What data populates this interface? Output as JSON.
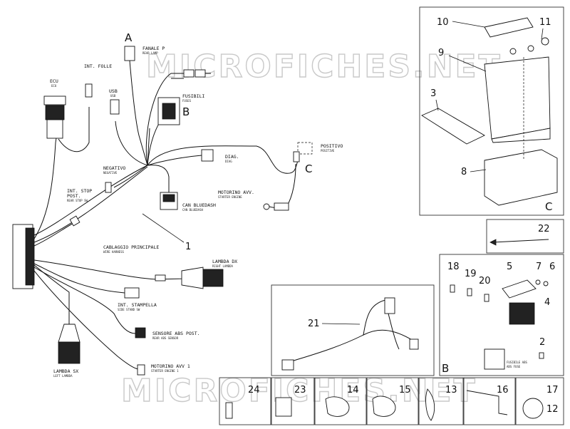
{
  "watermark": "MICROFICHES.NET",
  "harness": {
    "fanale": {
      "label": "FANALE P",
      "sub": "REAR LAMP"
    },
    "int_folle": {
      "label": "INT. FOLLE"
    },
    "ecu": {
      "label": "ECU",
      "sub": "ECU"
    },
    "usb": {
      "label": "USB",
      "sub": "USB"
    },
    "fusibili": {
      "label": "FUSIBILI",
      "sub": "FUSES"
    },
    "positivo": {
      "label": "POSITIVO",
      "sub": "POSITIVE"
    },
    "diag": {
      "label": "DIAG.",
      "sub": "DIAG"
    },
    "negativo": {
      "label": "NEGATIVO",
      "sub": "NEGATIVE"
    },
    "can_bluedash": {
      "label": "CAN BLUEDASH",
      "sub": "CAN BLUEDASH"
    },
    "int_stop": {
      "label1": "INT. STOP",
      "label2": "POST.",
      "sub": "REAR STOP SW"
    },
    "motorino_avv": {
      "label": "MOTORINO AVV.",
      "sub": "STARTER ENGINE"
    },
    "cablaggio": {
      "label": "CABLAGGIO PRINCIPALE",
      "sub": "WIRE HARNESS"
    },
    "lambda_dx": {
      "label": "LAMBDA DX",
      "sub": "RIGHT LAMBDA"
    },
    "int_stampella": {
      "label": "INT. STAMPELLA",
      "sub": "SIDE STAND SW"
    },
    "sensore_abs": {
      "label": "SENSORE ABS POST.",
      "sub": "REAR ABS SENSOR"
    },
    "motorino_avv_1": {
      "label": "MOTORINO AVV 1",
      "sub": "STARTER ENGINE 1"
    },
    "lambda_sx": {
      "label": "LAMBDA SX",
      "sub": "LEFT LAMBDA"
    },
    "fusibile_abs": {
      "label": "FUSIBILE ABS",
      "sub": "ABS FUSE"
    }
  },
  "letters": {
    "a": "A",
    "b": "B",
    "c": "C",
    "b_box": "B",
    "c_box": "C"
  },
  "parts": {
    "p1": "1",
    "p2": "2",
    "p3": "3",
    "p4": "4",
    "p5": "5",
    "p6": "6",
    "p7": "7",
    "p8": "8",
    "p9": "9",
    "p10": "10",
    "p11": "11",
    "p12": "12",
    "p13": "13",
    "p14": "14",
    "p15": "15",
    "p16": "16",
    "p17": "17",
    "p18": "18",
    "p19": "19",
    "p20": "20",
    "p21": "21",
    "p22": "22",
    "p23": "23",
    "p24": "24"
  }
}
